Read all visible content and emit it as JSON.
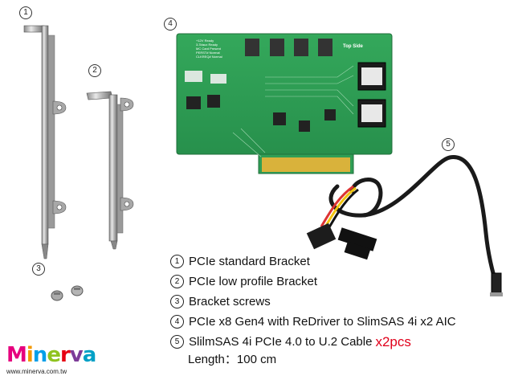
{
  "callouts": [
    "1",
    "2",
    "3",
    "4",
    "5"
  ],
  "legend": [
    {
      "num": "1",
      "text": "PCIe standard Bracket"
    },
    {
      "num": "2",
      "text": "PCIe low profile Bracket"
    },
    {
      "num": "3",
      "text": "Bracket screws"
    },
    {
      "num": "4",
      "text": "PCIe x8 Gen4 with ReDriver to SlimSAS 4i x2 AIC"
    },
    {
      "num": "5",
      "text": "SlilmSAS 4i PCIe 4.0 to U.2 Cable",
      "qty": "x2pcs",
      "sub": "Length：100 cm"
    }
  ],
  "board": {
    "label": "Top Side",
    "led_labels": [
      "+12V Ready",
      "3.3Vaux Ready",
      "MC Card Present",
      "PERST# Normal",
      "CLKREQ# Normal"
    ],
    "pcb_color": "#2f9e55",
    "gold_color": "#d9b23b"
  },
  "logo": {
    "word": "Minerva",
    "url": "www.minerva.com.tw",
    "letter_colors": [
      "#e6007e",
      "#f39800",
      "#009fe8",
      "#8fc31f",
      "#e60012",
      "#7d3c98",
      "#00a0c6"
    ]
  }
}
